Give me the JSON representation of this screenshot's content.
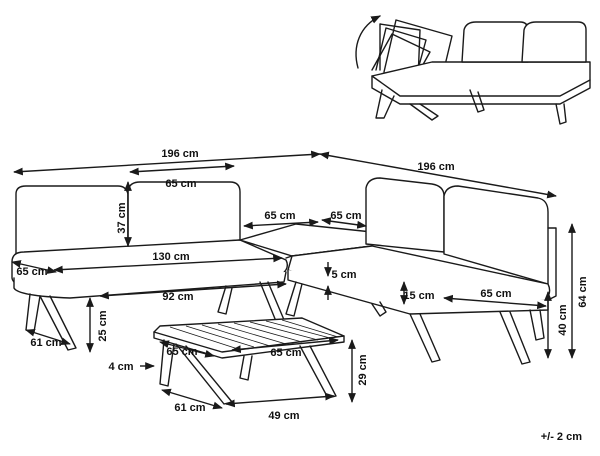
{
  "dimensions": {
    "width_left": "196 cm",
    "width_right": "196 cm",
    "back_cushion_width": "65 cm",
    "back_height": "37 cm",
    "corner_width": "65 cm",
    "corner_depth": "65 cm",
    "seat_length": "130 cm",
    "seat_depth_left": "65 cm",
    "seat_gap": "5 cm",
    "seat_cushion_thickness": "15 cm",
    "seat_depth_right": "65 cm",
    "total_height": "64 cm",
    "base_length": "92 cm",
    "seat_height": "40 cm",
    "leg_spread": "61 cm",
    "clearance": "25 cm",
    "table_depth": "65 cm",
    "table_width": "65 cm",
    "table_top_thickness": "4 cm",
    "table_height": "29 cm",
    "table_leg_spread": "61 cm",
    "table_base_length": "49 cm"
  },
  "tolerance": "+/- 2 cm"
}
